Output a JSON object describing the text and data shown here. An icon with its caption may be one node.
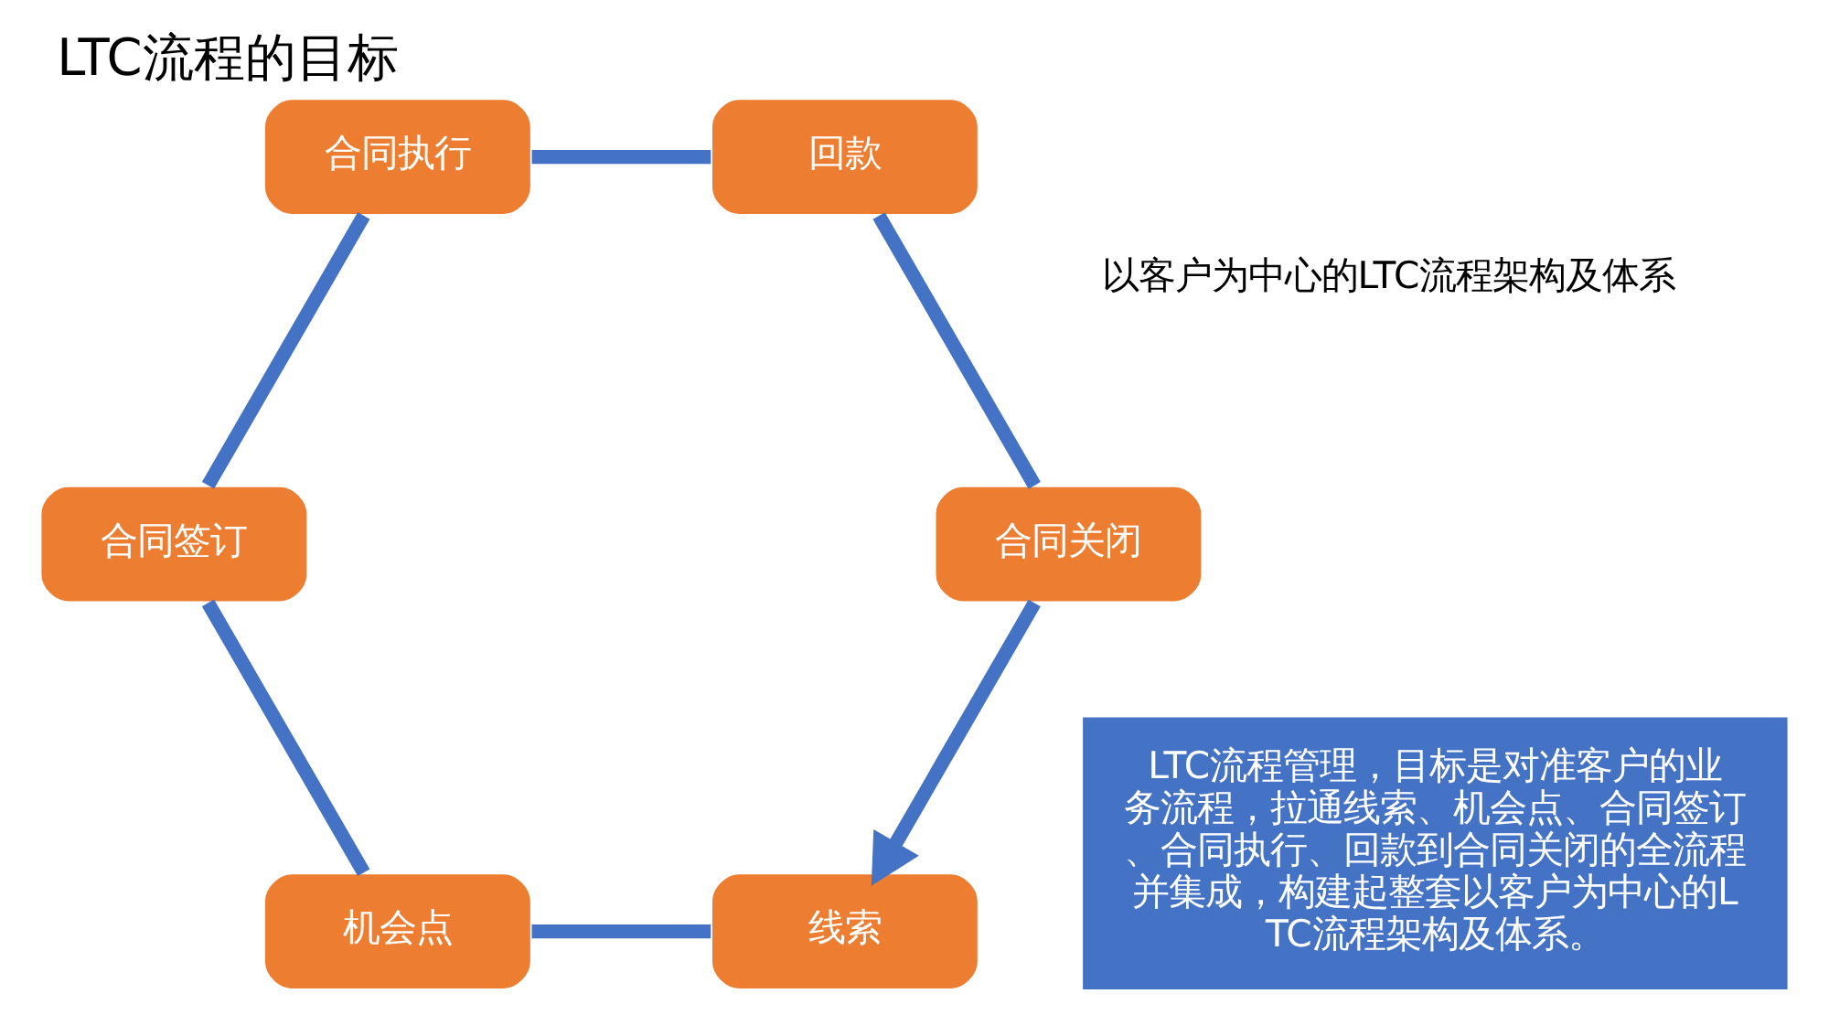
{
  "diagram": {
    "title": "LTC流程的目标",
    "nodes": [
      {
        "text": [
          "LTC流程管理，目标是对准客户的业务流程，拉通线索、机会点、合同签订、合同执行、回款到合同关闭的全流程并集成，构建起整套以客户为中心的LTC流程架构及体系。"
        ]
      },
      {
        "text": [
          "线索"
        ]
      },
      {
        "text": [
          "机会点"
        ]
      },
      {
        "text": [
          "合同签订"
        ]
      },
      {
        "text": [
          "合同执行"
        ]
      },
      {
        "text": [
          "回款"
        ]
      },
      {
        "text": [
          "合同关闭"
        ]
      }
    ],
    "edges": [
      {
        "from": 1,
        "to": 2,
        "arrow": "none"
      },
      {
        "from": 2,
        "to": 3,
        "arrow": "none"
      },
      {
        "from": 3,
        "to": 4,
        "arrow": "none"
      },
      {
        "from": 4,
        "to": 5,
        "arrow": "none"
      },
      {
        "from": 5,
        "to": 6,
        "arrow": "none"
      },
      {
        "from": 6,
        "to": 1,
        "arrow": "to"
      }
    ],
    "labels": [
      "以客户为中心的LTC流程架构及体系"
    ]
  }
}
